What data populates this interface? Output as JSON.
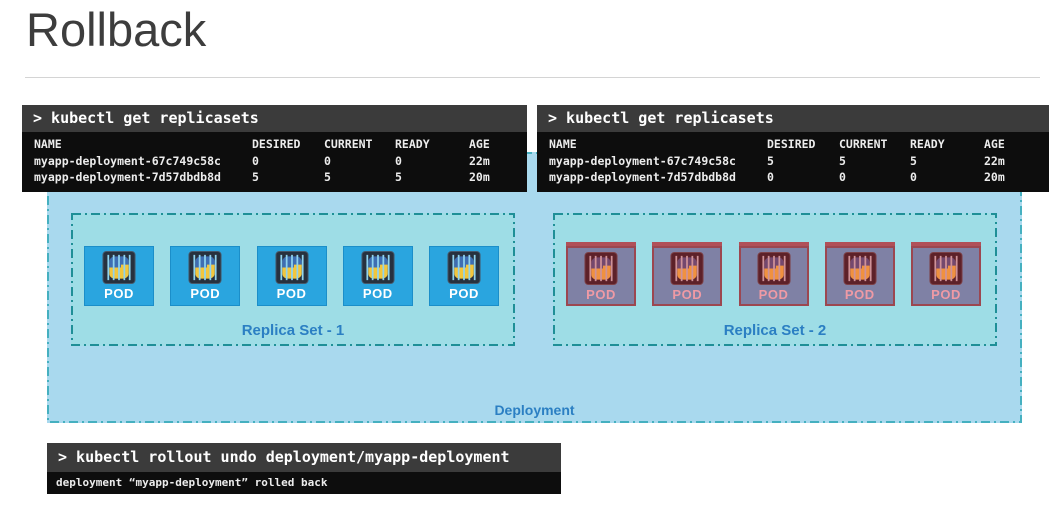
{
  "title": "Rollback",
  "terminal_left": {
    "command": "> kubectl get replicasets",
    "columns": [
      "NAME",
      "DESIRED",
      "CURRENT",
      "READY",
      "AGE"
    ],
    "rows": [
      {
        "name": "myapp-deployment-67c749c58c",
        "desired": "0",
        "current": "0",
        "ready": "0",
        "age": "22m"
      },
      {
        "name": "myapp-deployment-7d57dbdb8d",
        "desired": "5",
        "current": "5",
        "ready": "5",
        "age": "20m"
      }
    ]
  },
  "terminal_right": {
    "command": "> kubectl get replicasets",
    "columns": [
      "NAME",
      "DESIRED",
      "CURRENT",
      "READY",
      "AGE"
    ],
    "rows": [
      {
        "name": "myapp-deployment-67c749c58c",
        "desired": "5",
        "current": "5",
        "ready": "5",
        "age": "22m"
      },
      {
        "name": "myapp-deployment-7d57dbdb8d",
        "desired": "0",
        "current": "0",
        "ready": "0",
        "age": "20m"
      }
    ]
  },
  "terminal_bottom": {
    "command": "> kubectl rollout undo deployment/myapp-deployment",
    "output": "deployment “myapp-deployment” rolled back"
  },
  "deployment": {
    "label": "Deployment",
    "replica_set_1": {
      "label": "Replica Set - 1",
      "pod_label": "POD",
      "pod_count": 5,
      "state": "running"
    },
    "replica_set_2": {
      "label": "Replica Set - 2",
      "pod_label": "POD",
      "pod_count": 5,
      "state": "terminated"
    }
  },
  "colors": {
    "pod_active": "#2aa5df",
    "pod_terminated": "#7f81a5",
    "pod_terminated_border": "#9c4750",
    "deployment_bg": "#a9d9ee",
    "replicaset_bg": "#9edde6",
    "deployment_border": "#45b0c0",
    "replicaset_border": "#1f8f97",
    "label_blue": "#2b7fc3",
    "terminal_header_bg": "#3b3b3b",
    "terminal_body_bg": "#0d0d0d",
    "title_color": "#3d3d3d"
  }
}
